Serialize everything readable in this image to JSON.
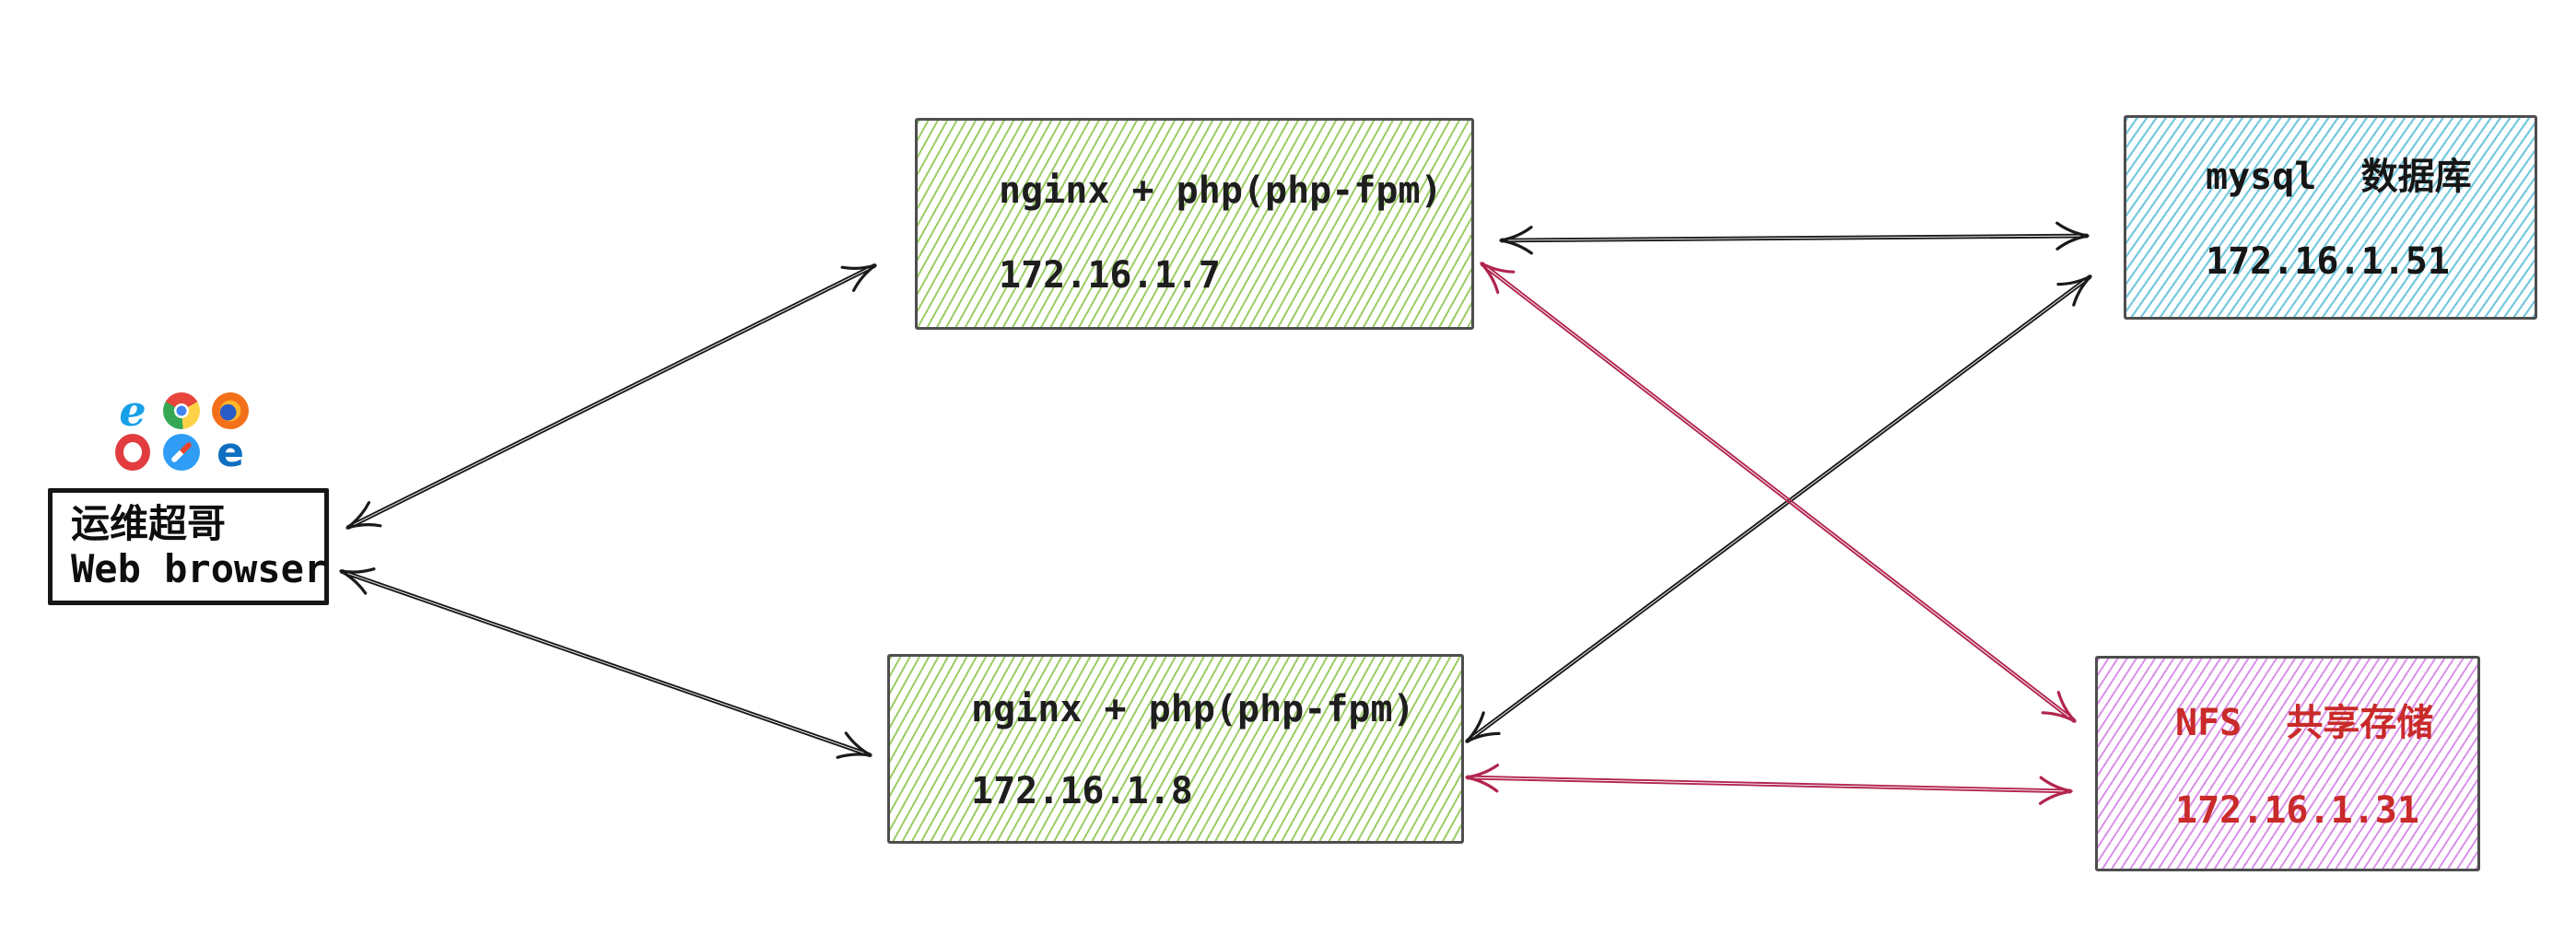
{
  "diagram": {
    "background_color": "#ffffff",
    "arrow_black": "#1a1a1a",
    "arrow_red": "#b2254f",
    "nodes": [
      {
        "id": "web-browser",
        "label_lines": [
          "运维超哥",
          "Web browser"
        ],
        "text_color": "#0e0e0e",
        "fill": "white"
      },
      {
        "id": "nginx-server-1",
        "label_lines": [
          "nginx + php(php-fpm)",
          "172.16.1.7"
        ],
        "text_color": "#1e1e1e",
        "fill": "green-hachure",
        "fill_color": "#96ca5c"
      },
      {
        "id": "nginx-server-2",
        "label_lines": [
          "nginx + php(php-fpm)",
          "172.16.1.8"
        ],
        "text_color": "#1e1e1e",
        "fill": "green-hachure",
        "fill_color": "#96ca5c"
      },
      {
        "id": "mysql-db",
        "label_lines": [
          "mysql  数据库",
          "172.16.1.51"
        ],
        "text_color": "#161616",
        "fill": "blue-hachure",
        "fill_color": "#6ec6dc"
      },
      {
        "id": "nfs-storage",
        "label_lines": [
          "NFS  共享存储",
          "172.16.1.31"
        ],
        "text_color": "#c92a2a",
        "fill": "violet-hachure",
        "fill_color": "#d88ae8"
      }
    ],
    "edges": [
      {
        "from": "web-browser",
        "to": "nginx-server-1",
        "color": "#1a1a1a",
        "double_headed": true
      },
      {
        "from": "web-browser",
        "to": "nginx-server-2",
        "color": "#1a1a1a",
        "double_headed": true
      },
      {
        "from": "nginx-server-1",
        "to": "mysql-db",
        "color": "#1a1a1a",
        "double_headed": true
      },
      {
        "from": "nginx-server-2",
        "to": "mysql-db",
        "color": "#1a1a1a",
        "double_headed": true
      },
      {
        "from": "nginx-server-1",
        "to": "nfs-storage",
        "color": "#b2254f",
        "double_headed": true
      },
      {
        "from": "nginx-server-2",
        "to": "nfs-storage",
        "color": "#b2254f",
        "double_headed": true
      }
    ],
    "browser_icons": [
      {
        "name": "internet-explorer-icon",
        "glyph": "e"
      },
      {
        "name": "chrome-icon",
        "glyph": ""
      },
      {
        "name": "firefox-icon",
        "glyph": ""
      },
      {
        "name": "opera-icon",
        "glyph": ""
      },
      {
        "name": "safari-icon",
        "glyph": ""
      },
      {
        "name": "edge-icon",
        "glyph": "e"
      }
    ]
  }
}
